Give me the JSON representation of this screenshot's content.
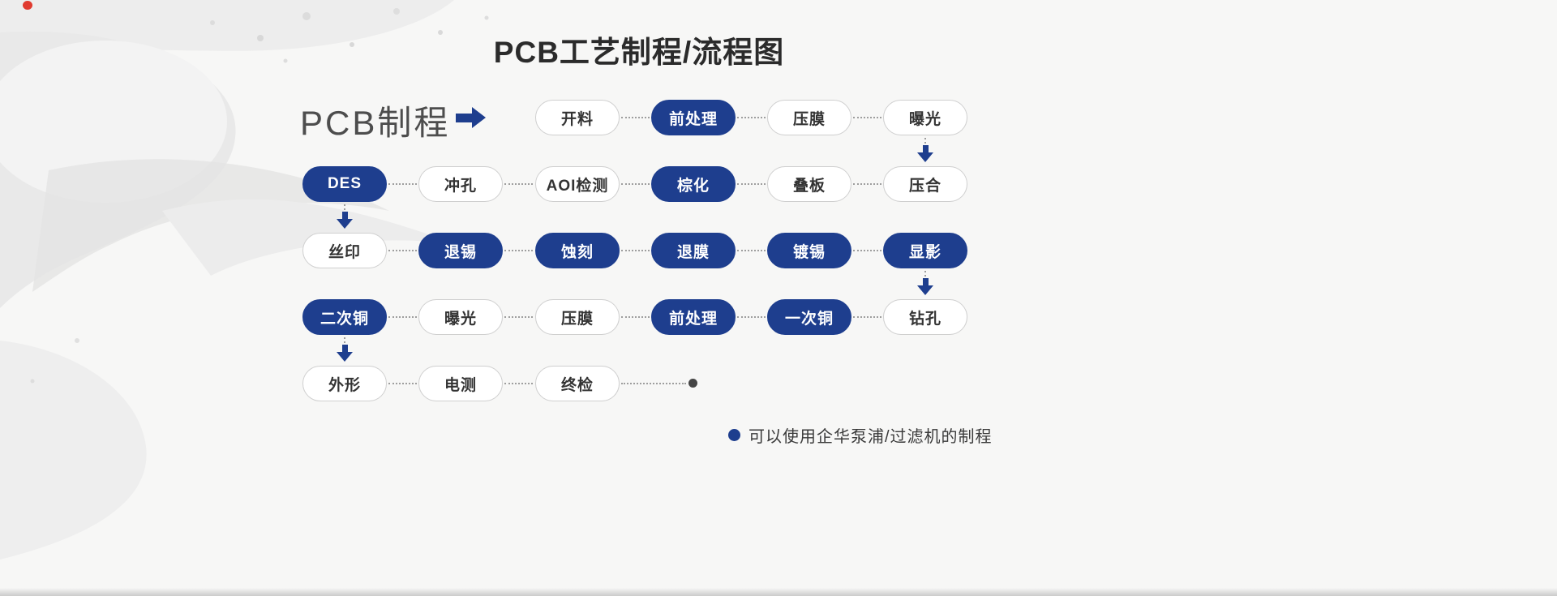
{
  "title": "PCB工艺制程/流程图",
  "flow_label": "PCB制程",
  "legend": {
    "text": "可以使用企华泵浦/过滤机的制程"
  },
  "colors": {
    "accent": "#1e3e8e",
    "pill_background": "#ffffff",
    "pill_border": "#cfcfcf",
    "pill_text": "#333333",
    "connector": "#9e9e9e",
    "background": "#f7f7f6",
    "end_dot": "#454545"
  },
  "rows": [
    {
      "nodes": [
        {
          "label": "开料",
          "highlight": false
        },
        {
          "label": "前处理",
          "highlight": true
        },
        {
          "label": "压膜",
          "highlight": false
        },
        {
          "label": "曝光",
          "highlight": false
        }
      ]
    },
    {
      "nodes": [
        {
          "label": "DES",
          "highlight": true
        },
        {
          "label": "冲孔",
          "highlight": false
        },
        {
          "label": "AOI检测",
          "highlight": false
        },
        {
          "label": "棕化",
          "highlight": true
        },
        {
          "label": "叠板",
          "highlight": false
        },
        {
          "label": "压合",
          "highlight": false
        }
      ]
    },
    {
      "nodes": [
        {
          "label": "丝印",
          "highlight": false
        },
        {
          "label": "退锡",
          "highlight": true
        },
        {
          "label": "蚀刻",
          "highlight": true
        },
        {
          "label": "退膜",
          "highlight": true
        },
        {
          "label": "镀锡",
          "highlight": true
        },
        {
          "label": "显影",
          "highlight": true
        }
      ]
    },
    {
      "nodes": [
        {
          "label": "二次铜",
          "highlight": true
        },
        {
          "label": "曝光",
          "highlight": false
        },
        {
          "label": "压膜",
          "highlight": false
        },
        {
          "label": "前处理",
          "highlight": true
        },
        {
          "label": "一次铜",
          "highlight": true
        },
        {
          "label": "钻孔",
          "highlight": false
        }
      ]
    },
    {
      "nodes": [
        {
          "label": "外形",
          "highlight": false
        },
        {
          "label": "电测",
          "highlight": false
        },
        {
          "label": "终检",
          "highlight": false
        }
      ]
    }
  ]
}
